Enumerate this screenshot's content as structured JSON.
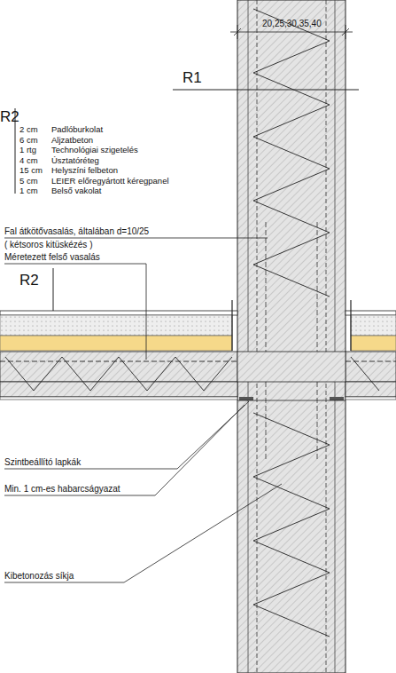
{
  "diagram": {
    "labels": [
      "20,25,30,35,40",
      "R1",
      "R2",
      "2 cm",
      "Padlóburkolat",
      "6 cm",
      "Aljzatbeton",
      "1 rtg",
      "Technológiai szigetelés",
      "4 cm",
      "Úsztatóréteg",
      "15 cm",
      "Helyszíni felbeton",
      "5 cm",
      "LEIER előregyártott kéregpanel",
      "1 cm",
      "Belső vakolat",
      "Fal átkötővasalás, általában d=10/25",
      "( kétsoros kitüskézés )",
      "Méretezett felső vasalás",
      "R2",
      "Szintbeállító lapkák",
      "Min. 1 cm-es habarcságyazat",
      "Kibetonozás síkja"
    ]
  }
}
